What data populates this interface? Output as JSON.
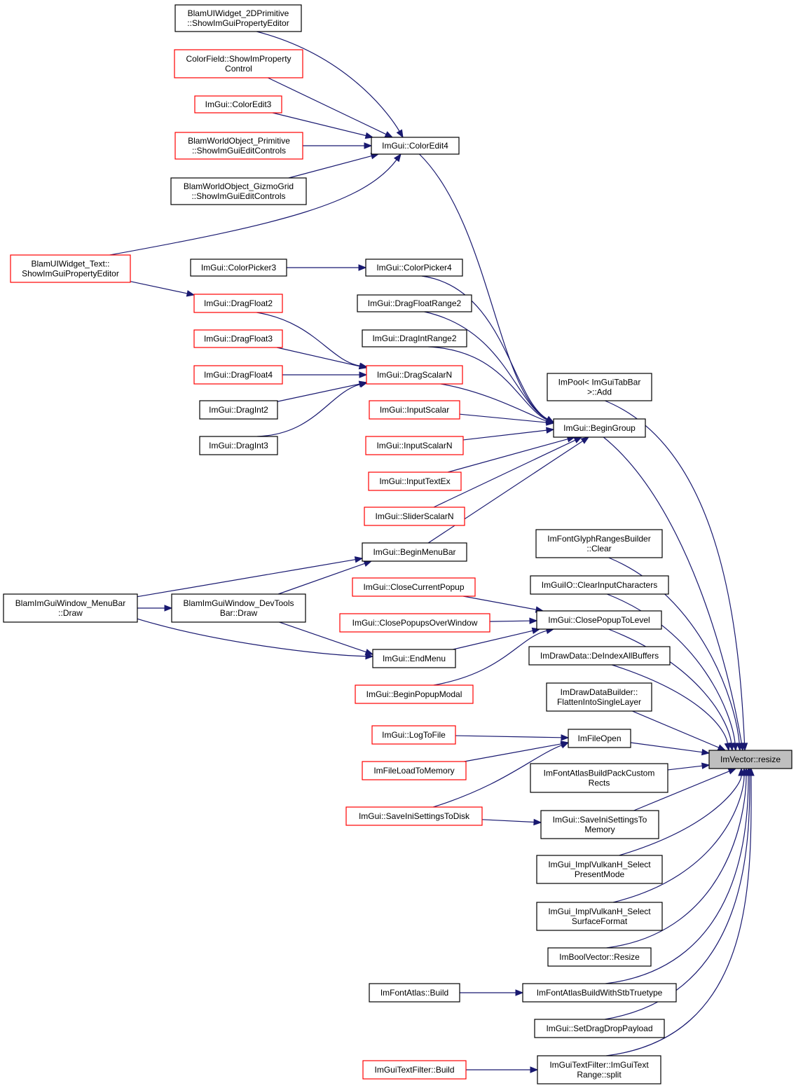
{
  "colors": {
    "edge": "#191970",
    "border_normal": "#000000",
    "border_truncated": "#ff0000",
    "root_fill": "#bfbfbf"
  },
  "nodes": [
    {
      "id": "n1",
      "lines": [
        "BlamUIWidget_2DPrimitive",
        "::ShowImGuiPropertyEditor"
      ],
      "style": "black"
    },
    {
      "id": "n2",
      "lines": [
        "ColorField::ShowImProperty",
        "Control"
      ],
      "style": "red"
    },
    {
      "id": "n3",
      "lines": [
        "ImGui::ColorEdit3"
      ],
      "style": "red"
    },
    {
      "id": "n4",
      "lines": [
        "BlamWorldObject_Primitive",
        "::ShowImGuiEditControls"
      ],
      "style": "red"
    },
    {
      "id": "n5",
      "lines": [
        "BlamWorldObject_GizmoGrid",
        "::ShowImGuiEditControls"
      ],
      "style": "black"
    },
    {
      "id": "n6",
      "lines": [
        "ImGui::ColorEdit4"
      ],
      "style": "black"
    },
    {
      "id": "n7",
      "lines": [
        "BlamUIWidget_Text::",
        "ShowImGuiPropertyEditor"
      ],
      "style": "red"
    },
    {
      "id": "n8",
      "lines": [
        "ImGui::ColorPicker3"
      ],
      "style": "black"
    },
    {
      "id": "n9",
      "lines": [
        "ImGui::ColorPicker4"
      ],
      "style": "black"
    },
    {
      "id": "n10",
      "lines": [
        "ImGui::DragFloat2"
      ],
      "style": "red"
    },
    {
      "id": "n11",
      "lines": [
        "ImGui::DragFloatRange2"
      ],
      "style": "black"
    },
    {
      "id": "n12",
      "lines": [
        "ImGui::DragFloat3"
      ],
      "style": "red"
    },
    {
      "id": "n13",
      "lines": [
        "ImGui::DragIntRange2"
      ],
      "style": "black"
    },
    {
      "id": "n14",
      "lines": [
        "ImGui::DragFloat4"
      ],
      "style": "red"
    },
    {
      "id": "n15",
      "lines": [
        "ImGui::DragScalarN"
      ],
      "style": "red"
    },
    {
      "id": "n16",
      "lines": [
        "ImGui::DragInt2"
      ],
      "style": "black"
    },
    {
      "id": "n17",
      "lines": [
        "ImGui::DragInt3"
      ],
      "style": "black"
    },
    {
      "id": "n18",
      "lines": [
        "ImGui::InputScalar"
      ],
      "style": "red"
    },
    {
      "id": "n19",
      "lines": [
        "ImGui::InputScalarN"
      ],
      "style": "red"
    },
    {
      "id": "n20",
      "lines": [
        "ImGui::InputTextEx"
      ],
      "style": "red"
    },
    {
      "id": "n21",
      "lines": [
        "ImGui::SliderScalarN"
      ],
      "style": "red"
    },
    {
      "id": "n22",
      "lines": [
        "ImPool< ImGuiTabBar",
        ">::Add"
      ],
      "style": "black"
    },
    {
      "id": "n23",
      "lines": [
        "ImGui::BeginGroup"
      ],
      "style": "black"
    },
    {
      "id": "n24",
      "lines": [
        "ImGui::BeginMenuBar"
      ],
      "style": "black"
    },
    {
      "id": "n25",
      "lines": [
        "ImFontGlyphRangesBuilder",
        "::Clear"
      ],
      "style": "black"
    },
    {
      "id": "n26",
      "lines": [
        "BlamImGuiWindow_MenuBar",
        "::Draw"
      ],
      "style": "black"
    },
    {
      "id": "n27",
      "lines": [
        "BlamImGuiWindow_DevTools",
        "Bar::Draw"
      ],
      "style": "black"
    },
    {
      "id": "n28",
      "lines": [
        "ImGui::CloseCurrentPopup"
      ],
      "style": "red"
    },
    {
      "id": "n29",
      "lines": [
        "ImGuiIO::ClearInputCharacters"
      ],
      "style": "black"
    },
    {
      "id": "n30",
      "lines": [
        "ImGui::ClosePopupsOverWindow"
      ],
      "style": "red"
    },
    {
      "id": "n31",
      "lines": [
        "ImGui::ClosePopupToLevel"
      ],
      "style": "black"
    },
    {
      "id": "n32",
      "lines": [
        "ImGui::EndMenu"
      ],
      "style": "black"
    },
    {
      "id": "n33",
      "lines": [
        "ImDrawData::DeIndexAllBuffers"
      ],
      "style": "black"
    },
    {
      "id": "n34",
      "lines": [
        "ImGui::BeginPopupModal"
      ],
      "style": "red"
    },
    {
      "id": "n35",
      "lines": [
        "ImDrawDataBuilder::",
        "FlattenIntoSingleLayer"
      ],
      "style": "black"
    },
    {
      "id": "n36",
      "lines": [
        "ImGui::LogToFile"
      ],
      "style": "red"
    },
    {
      "id": "n37",
      "lines": [
        "ImFileOpen"
      ],
      "style": "black"
    },
    {
      "id": "n38",
      "lines": [
        "ImVector::resize"
      ],
      "style": "root"
    },
    {
      "id": "n39",
      "lines": [
        "ImFileLoadToMemory"
      ],
      "style": "red"
    },
    {
      "id": "n40",
      "lines": [
        "ImFontAtlasBuildPackCustom",
        "Rects"
      ],
      "style": "black"
    },
    {
      "id": "n41",
      "lines": [
        "ImGui::SaveIniSettingsToDisk"
      ],
      "style": "red"
    },
    {
      "id": "n42",
      "lines": [
        "ImGui::SaveIniSettingsTo",
        "Memory"
      ],
      "style": "black"
    },
    {
      "id": "n43",
      "lines": [
        "ImGui_ImplVulkanH_Select",
        "PresentMode"
      ],
      "style": "black"
    },
    {
      "id": "n44",
      "lines": [
        "ImGui_ImplVulkanH_Select",
        "SurfaceFormat"
      ],
      "style": "black"
    },
    {
      "id": "n45",
      "lines": [
        "ImBoolVector::Resize"
      ],
      "style": "black"
    },
    {
      "id": "n46",
      "lines": [
        "ImFontAtlas::Build"
      ],
      "style": "black"
    },
    {
      "id": "n47",
      "lines": [
        "ImFontAtlasBuildWithStbTruetype"
      ],
      "style": "black"
    },
    {
      "id": "n48",
      "lines": [
        "ImGui::SetDragDropPayload"
      ],
      "style": "black"
    },
    {
      "id": "n49",
      "lines": [
        "ImGuiTextFilter::Build"
      ],
      "style": "red"
    },
    {
      "id": "n50",
      "lines": [
        "ImGuiTextFilter::ImGuiText",
        "Range::split"
      ],
      "style": "black"
    }
  ],
  "edges": [
    [
      "n1",
      "n6"
    ],
    [
      "n2",
      "n6"
    ],
    [
      "n3",
      "n6"
    ],
    [
      "n4",
      "n6"
    ],
    [
      "n5",
      "n6"
    ],
    [
      "n7",
      "n6"
    ],
    [
      "n7",
      "n10"
    ],
    [
      "n8",
      "n9"
    ],
    [
      "n10",
      "n15"
    ],
    [
      "n12",
      "n15"
    ],
    [
      "n14",
      "n15"
    ],
    [
      "n16",
      "n15"
    ],
    [
      "n17",
      "n15"
    ],
    [
      "n6",
      "n23"
    ],
    [
      "n9",
      "n23"
    ],
    [
      "n11",
      "n23"
    ],
    [
      "n13",
      "n23"
    ],
    [
      "n15",
      "n23"
    ],
    [
      "n18",
      "n23"
    ],
    [
      "n19",
      "n23"
    ],
    [
      "n20",
      "n23"
    ],
    [
      "n21",
      "n23"
    ],
    [
      "n24",
      "n23"
    ],
    [
      "n26",
      "n24"
    ],
    [
      "n27",
      "n24"
    ],
    [
      "n26",
      "n27"
    ],
    [
      "n26",
      "n32"
    ],
    [
      "n27",
      "n32"
    ],
    [
      "n28",
      "n31"
    ],
    [
      "n30",
      "n31"
    ],
    [
      "n32",
      "n31"
    ],
    [
      "n34",
      "n31"
    ],
    [
      "n36",
      "n37"
    ],
    [
      "n39",
      "n37"
    ],
    [
      "n41",
      "n37"
    ],
    [
      "n41",
      "n42"
    ],
    [
      "n46",
      "n47"
    ],
    [
      "n49",
      "n50"
    ],
    [
      "n22",
      "n38"
    ],
    [
      "n23",
      "n38"
    ],
    [
      "n25",
      "n38"
    ],
    [
      "n29",
      "n38"
    ],
    [
      "n31",
      "n38"
    ],
    [
      "n33",
      "n38"
    ],
    [
      "n35",
      "n38"
    ],
    [
      "n37",
      "n38"
    ],
    [
      "n40",
      "n38"
    ],
    [
      "n42",
      "n38"
    ],
    [
      "n43",
      "n38"
    ],
    [
      "n44",
      "n38"
    ],
    [
      "n45",
      "n38"
    ],
    [
      "n47",
      "n38"
    ],
    [
      "n48",
      "n38"
    ],
    [
      "n50",
      "n38"
    ]
  ]
}
